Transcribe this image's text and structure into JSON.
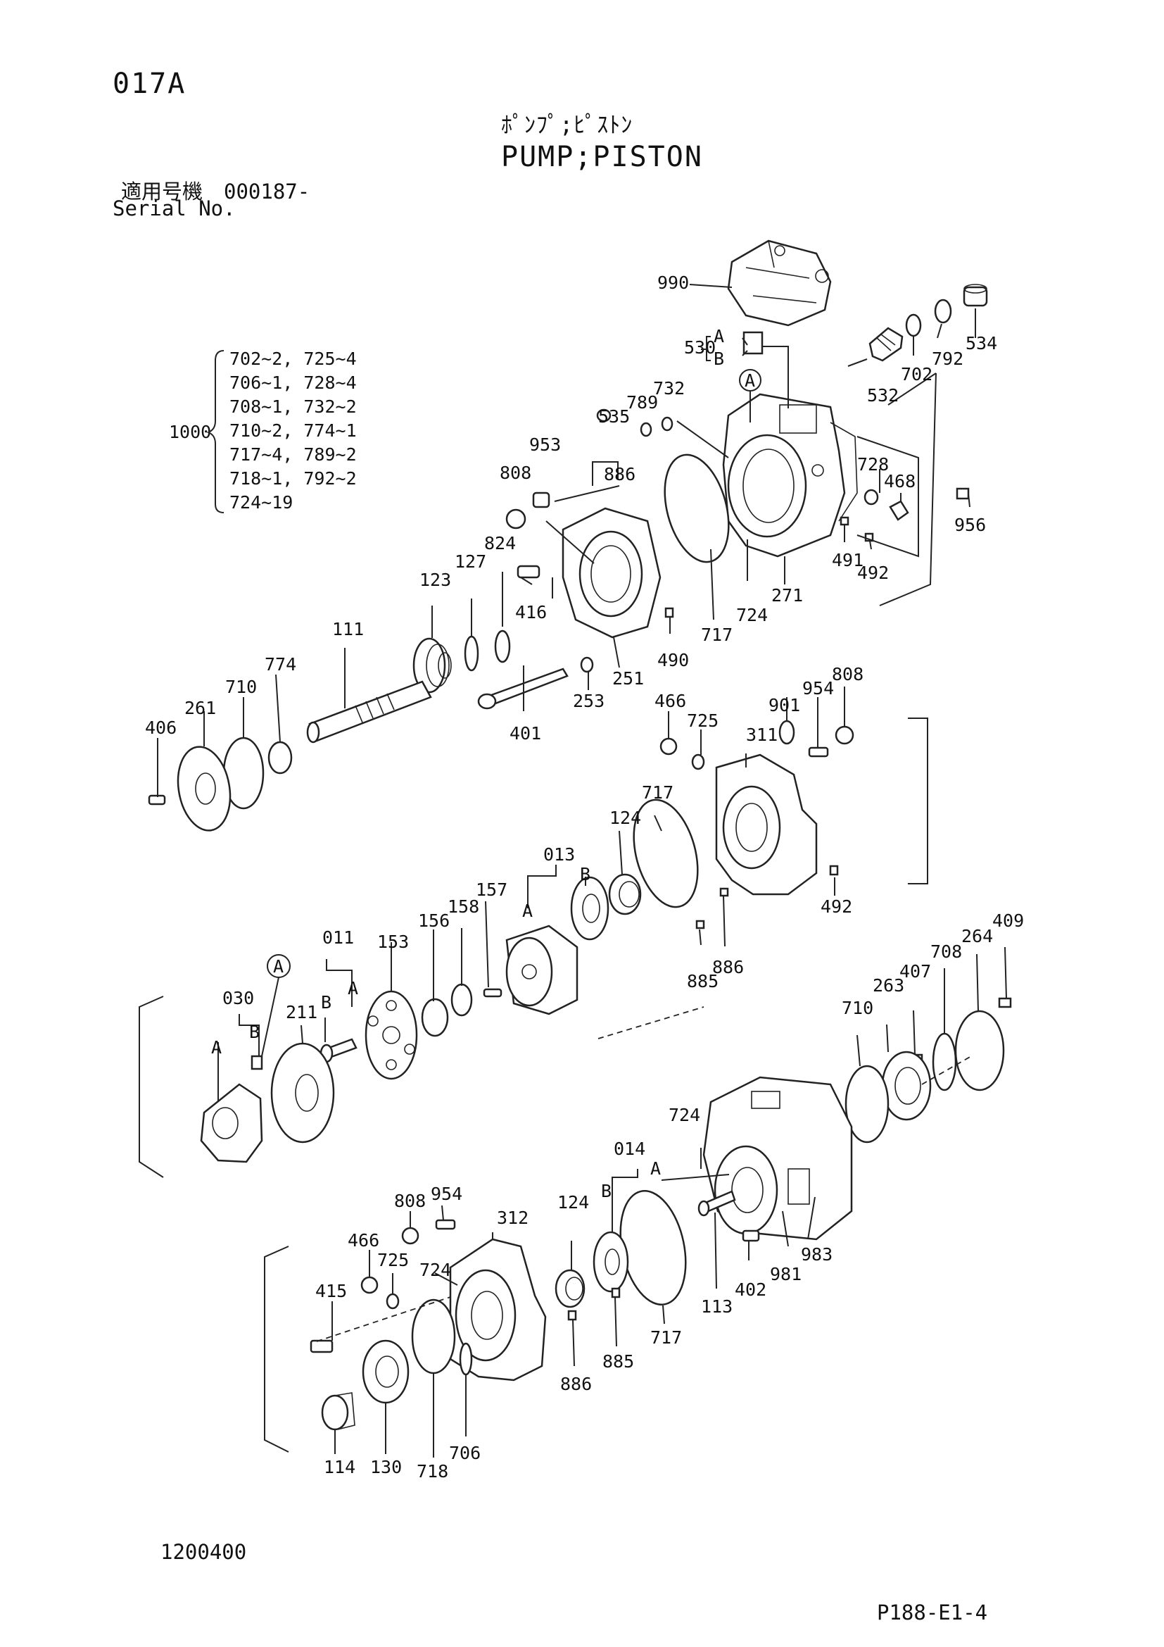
{
  "header": {
    "code": "017A",
    "title_jp": "ﾎﾟﾝﾌﾟ;ﾋﾟｽﾄﾝ",
    "title_en": "PUMP;PISTON",
    "serial_label_jp": "適用号機",
    "serial_value": "000187-",
    "serial_label_en": "Serial No."
  },
  "kit": {
    "id": "1000",
    "lines": [
      "702~2, 725~4",
      "706~1, 728~4",
      "708~1, 732~2",
      "710~2, 774~1",
      "717~4, 789~2",
      "718~1, 792~2",
      "724~19"
    ]
  },
  "letters": {
    "a": "A",
    "b": "B"
  },
  "callouts": {
    "c990": "990",
    "c530": "530",
    "c534": "534",
    "c792a": "792",
    "c702": "702",
    "c532": "532",
    "c732": "732",
    "c789": "789",
    "c535": "535",
    "c953": "953",
    "c886a": "886",
    "c808a": "808",
    "c728": "728",
    "c468": "468",
    "c956": "956",
    "c491": "491",
    "c492a": "492",
    "c824": "824",
    "c127": "127",
    "c123": "123",
    "c416": "416",
    "c490": "490",
    "c717a": "717",
    "c724a": "724",
    "c271": "271",
    "c111": "111",
    "c774": "774",
    "c710a": "710",
    "c261": "261",
    "c406": "406",
    "c253": "253",
    "c251": "251",
    "c401": "401",
    "c466a": "466",
    "c725a": "725",
    "c901": "901",
    "c954a": "954",
    "c808b": "808",
    "c311": "311",
    "c717b": "717",
    "c124a": "124",
    "c013": "013",
    "c157": "157",
    "c158": "158",
    "c156": "156",
    "c153": "153",
    "c011": "011",
    "c492b": "492",
    "c885a": "885",
    "c886b": "886",
    "c409": "409",
    "c264": "264",
    "c708": "708",
    "c407": "407",
    "c263": "263",
    "c710b": "710",
    "c030": "030",
    "c211": "211",
    "c724b": "724",
    "c014": "014",
    "c954b": "954",
    "c808c": "808",
    "c312": "312",
    "c124b": "124",
    "c466b": "466",
    "c725b": "725",
    "c724c": "724",
    "c415": "415",
    "c983": "983",
    "c981": "981",
    "c402": "402",
    "c113": "113",
    "c717c": "717",
    "c885b": "885",
    "c886c": "886",
    "c706": "706",
    "c114": "114",
    "c130": "130",
    "c718": "718"
  },
  "footer": {
    "doc_number": "1200400",
    "page_ref": "P188-E1-4"
  }
}
